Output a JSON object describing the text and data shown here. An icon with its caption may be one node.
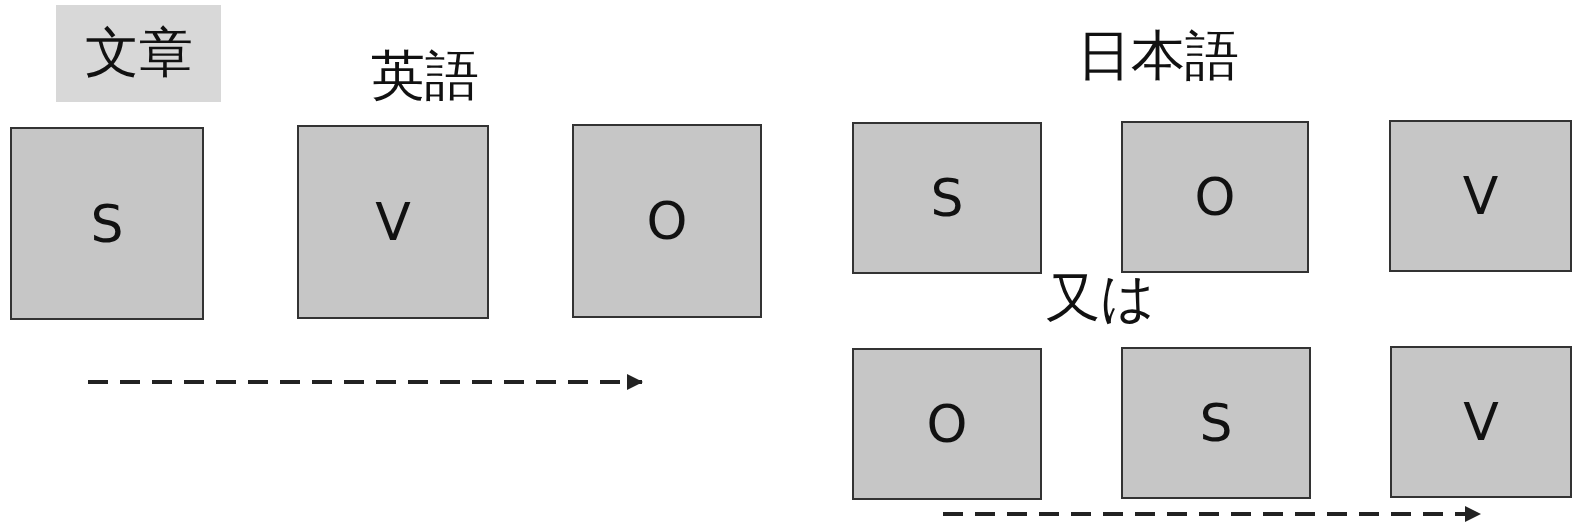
{
  "diagram": {
    "nodes": [
      {
        "text": [
          "文章"
        ]
      },
      {
        "text": [
          "S"
        ]
      },
      {
        "text": [
          "V"
        ]
      },
      {
        "text": [
          "O"
        ]
      },
      {
        "text": [
          "S"
        ]
      },
      {
        "text": [
          "O"
        ]
      },
      {
        "text": [
          "V"
        ]
      },
      {
        "text": [
          "O"
        ]
      },
      {
        "text": [
          "S"
        ]
      },
      {
        "text": [
          "V"
        ]
      }
    ],
    "labels": [
      "英語",
      "日本語",
      "又は"
    ]
  }
}
